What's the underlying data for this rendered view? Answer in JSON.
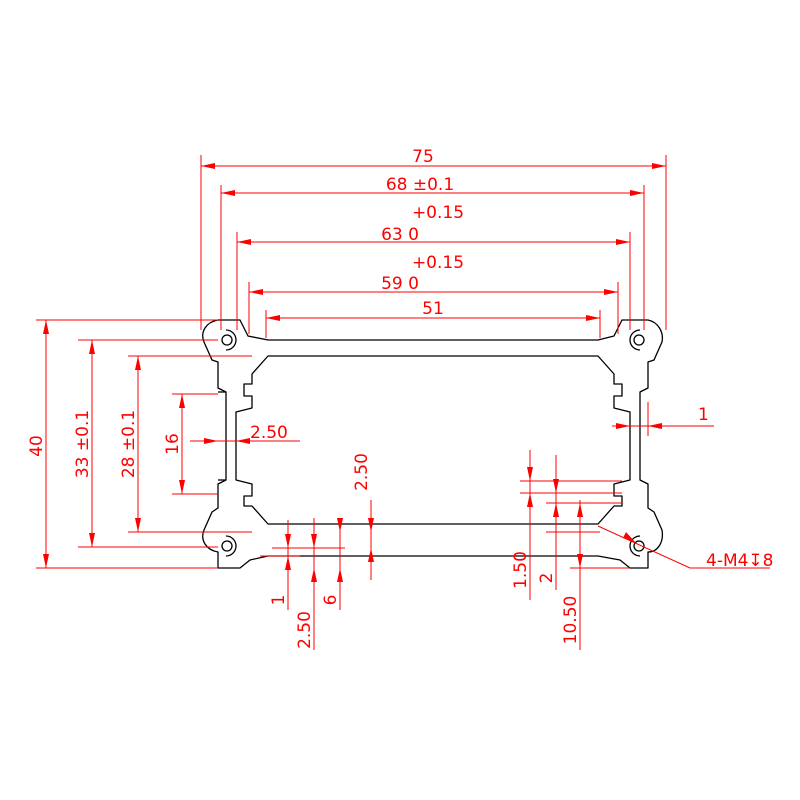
{
  "drawing": {
    "line_color": "#000000",
    "dimension_color": "#ff0000",
    "background": "#ffffff"
  },
  "dimensions": {
    "overall_width": "75",
    "mount_width": "68 ±0.1",
    "slot_outer_tol": "+0.15",
    "slot_outer": "63  0",
    "slot_inner_tol": "+0.15",
    "slot_inner": "59  0",
    "inner_width": "51",
    "overall_height": "40",
    "mount_height": "33 ±0.1",
    "rail_height": "28 ±0.1",
    "side_notch": "16",
    "side_offset": "2.50",
    "wall_right": "1",
    "bottom_gap": "2.50",
    "bottom_1": "1",
    "bottom_2_50": "2.50",
    "bottom_6": "6",
    "right_1_50": "1.50",
    "right_2": "2",
    "right_10_50": "10.50",
    "thread_callout": "4-M4↧8"
  }
}
